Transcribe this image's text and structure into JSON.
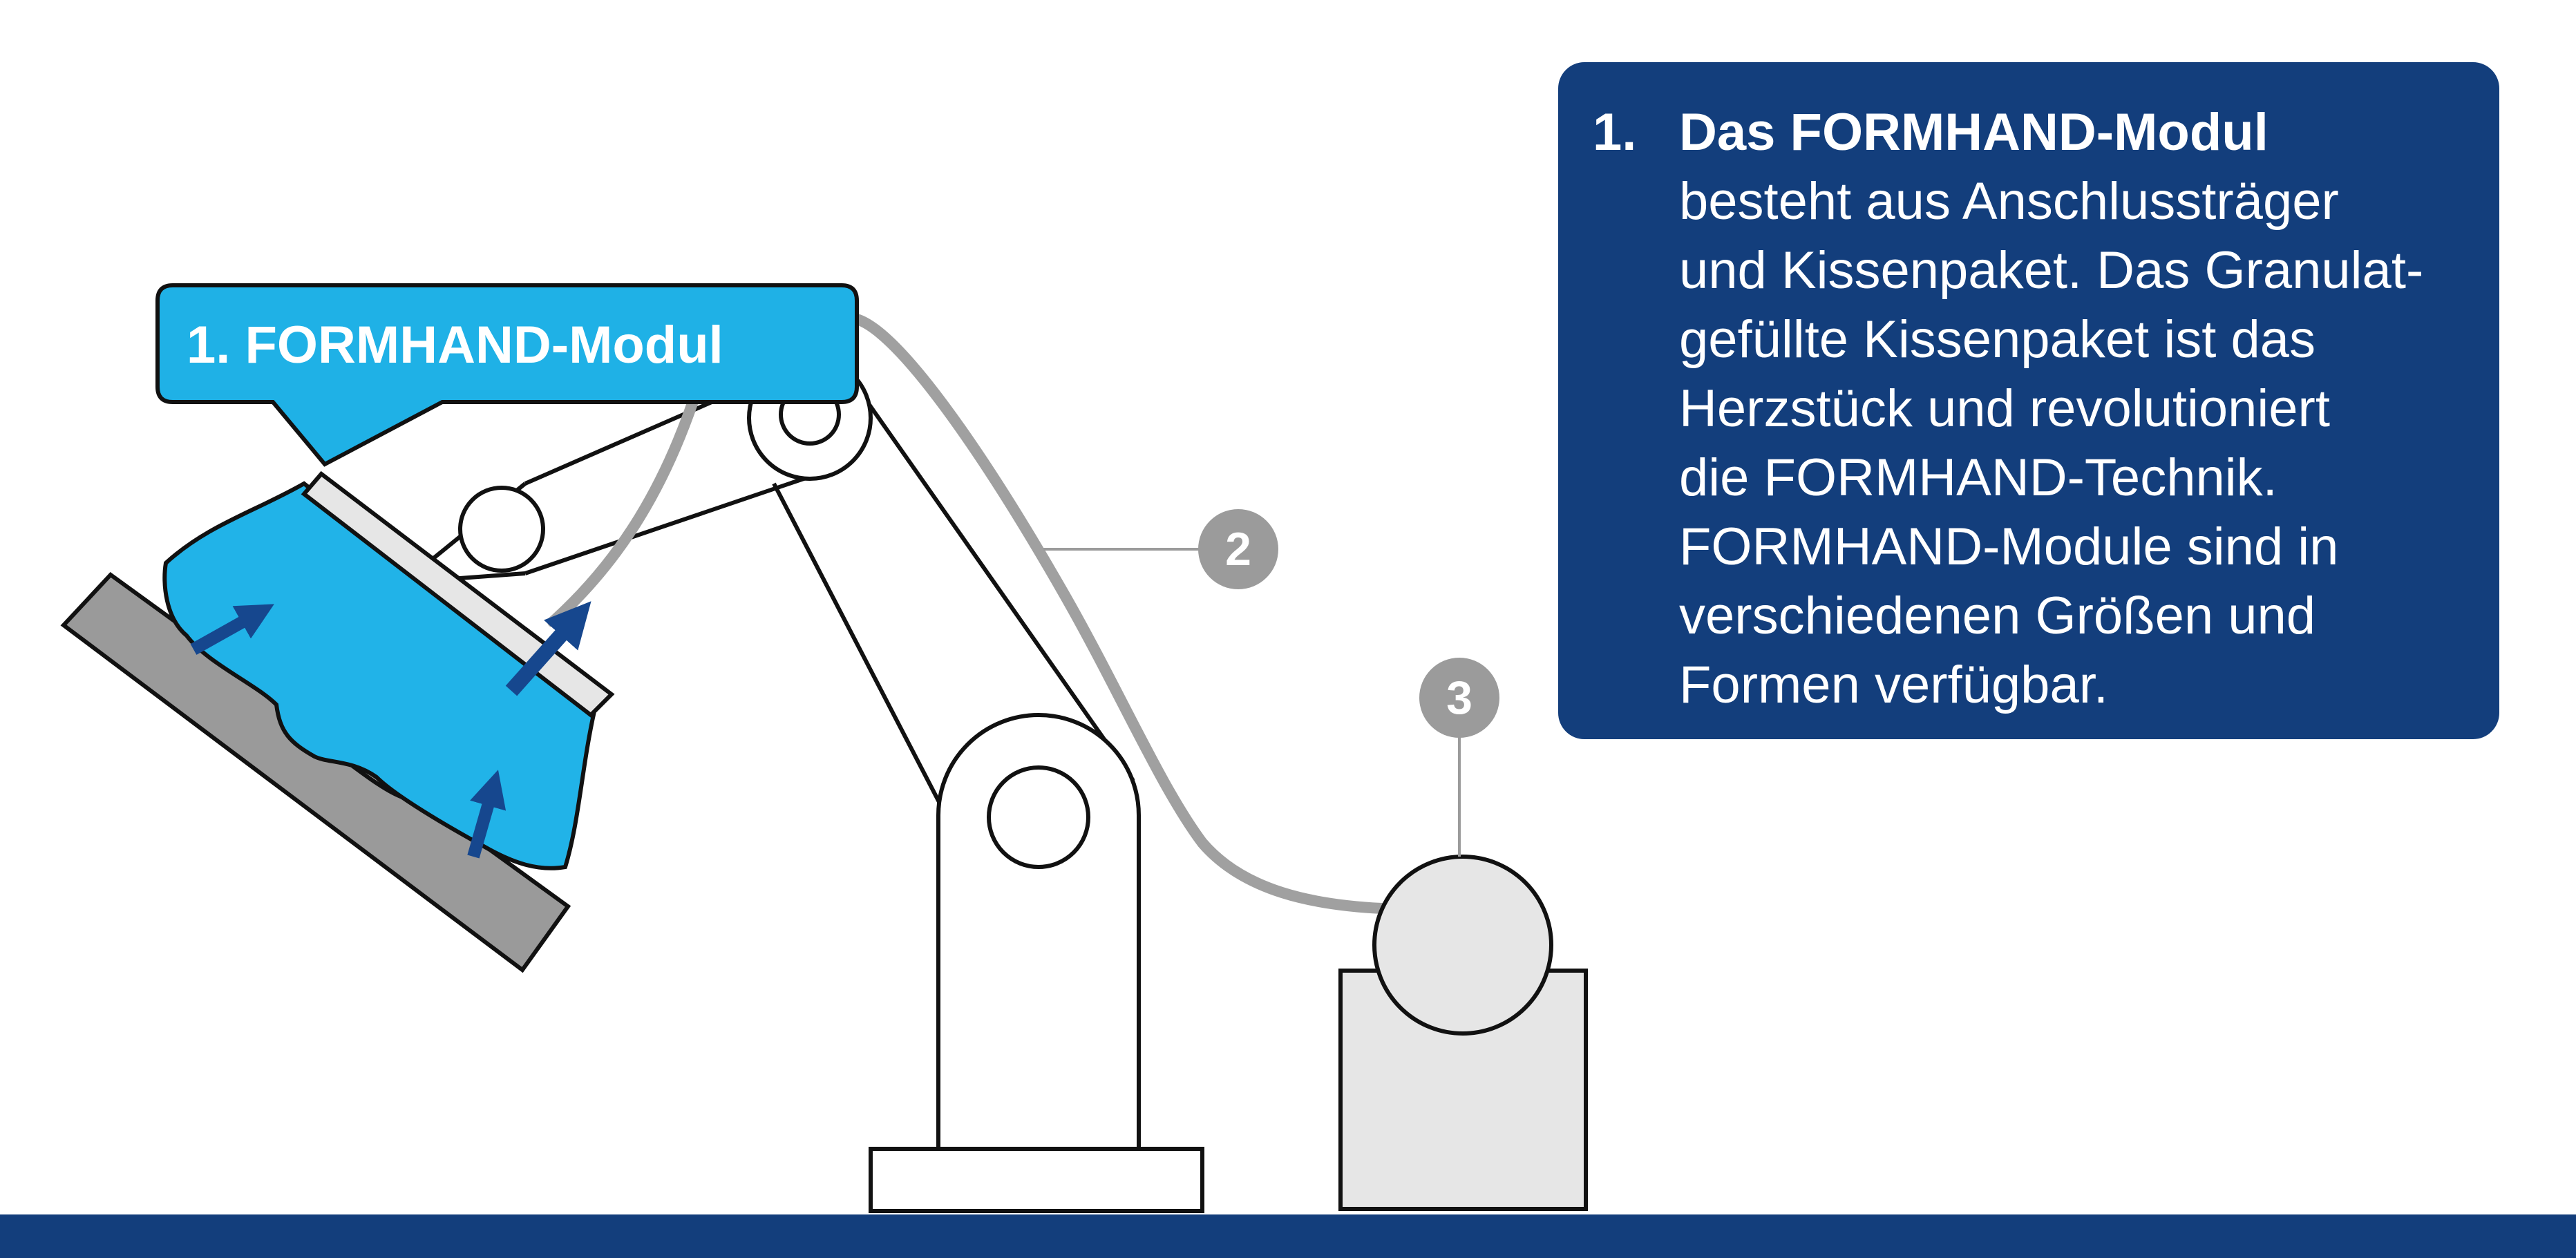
{
  "callout": {
    "label": "1. FORMHAND-Modul"
  },
  "markers": {
    "hose_number": "2",
    "unit_number": "3"
  },
  "info_box": {
    "number": "1.",
    "title": "Das FORMHAND-Modul",
    "lines": [
      "besteht aus Anschlussträger",
      "und Kissenpaket. Das Granulat-",
      "gefüllte Kissenpaket ist das",
      "Herzstück und revolutioniert",
      "die FORMHAND-Technik.",
      "FORMHAND-Module sind in",
      "verschiedenen Größen und",
      "Formen verfügbar."
    ]
  },
  "colors": {
    "navy": "#133e7c",
    "callout_blue": "#1fb1e6",
    "cushion_blue": "#21b3e8",
    "arrow_blue": "#16478e",
    "marker_gray": "#9b9b9b",
    "hose_gray": "#a0a0a0",
    "workpiece_gray": "#9a9a9a",
    "light_gray": "#e6e6e6"
  }
}
